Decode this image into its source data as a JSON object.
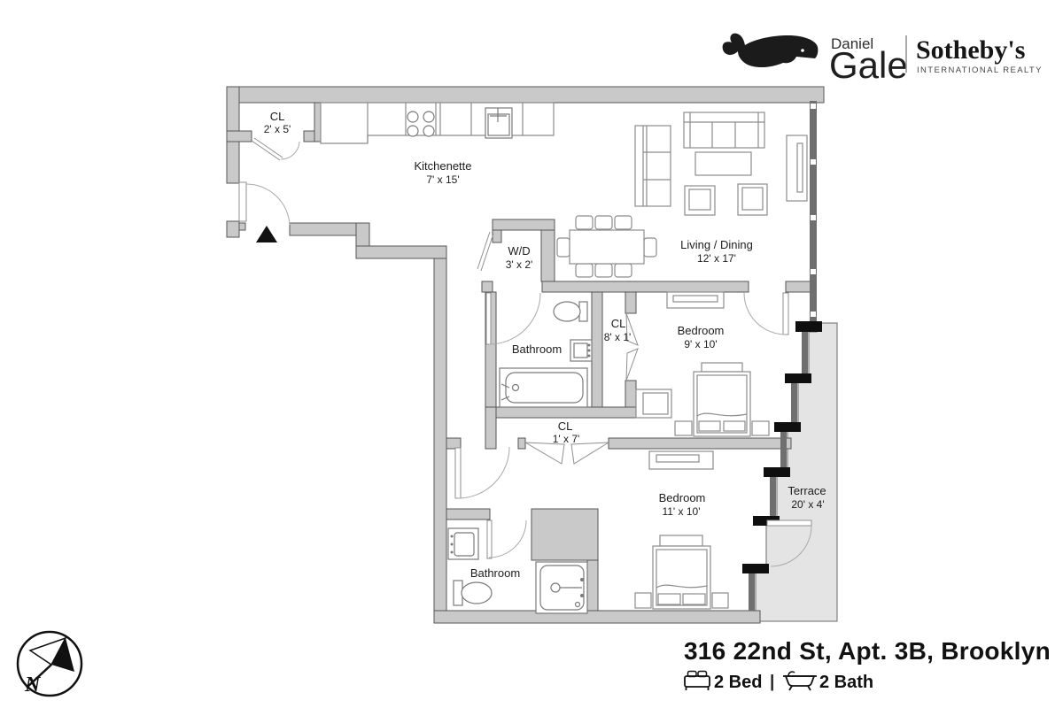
{
  "brand": {
    "daniel": "Daniel",
    "gale": "Gale",
    "sothebys": "Sotheby's",
    "sothebys_subtitle": "INTERNATIONAL REALTY"
  },
  "rooms": {
    "entry_closet": {
      "label": "CL",
      "dims": "2' x 5'"
    },
    "kitchenette": {
      "label": "Kitchenette",
      "dims": "7' x 15'"
    },
    "living_dining": {
      "label": "Living / Dining",
      "dims": "12' x 17'"
    },
    "washer_dryer": {
      "label": "W/D",
      "dims": "3' x 2'"
    },
    "bathroom_1": {
      "label": "Bathroom"
    },
    "hall_closet": {
      "label": "CL",
      "dims": "8' x 1'"
    },
    "bedroom_1": {
      "label": "Bedroom",
      "dims": "9' x 10'"
    },
    "corridor_closet": {
      "label": "CL",
      "dims": "1' x 7'"
    },
    "bedroom_2": {
      "label": "Bedroom",
      "dims": "11' x 10'"
    },
    "bathroom_2": {
      "label": "Bathroom"
    },
    "terrace": {
      "label": "Terrace",
      "dims": "20' x 4'"
    }
  },
  "footer": {
    "address": "316 22nd St, Apt. 3B, Brooklyn",
    "bed_count": "2 Bed",
    "separator": "|",
    "bath_count": "2 Bath"
  },
  "compass": {
    "north_label": "N"
  },
  "colors": {
    "wall_fill": "#c9c9c9",
    "wall_outline": "#565656",
    "terrace_fill": "#e4e4e4",
    "glass_wall": "#6f6f6f",
    "post": "#0f0f0f",
    "text": "#1c1c1c"
  }
}
